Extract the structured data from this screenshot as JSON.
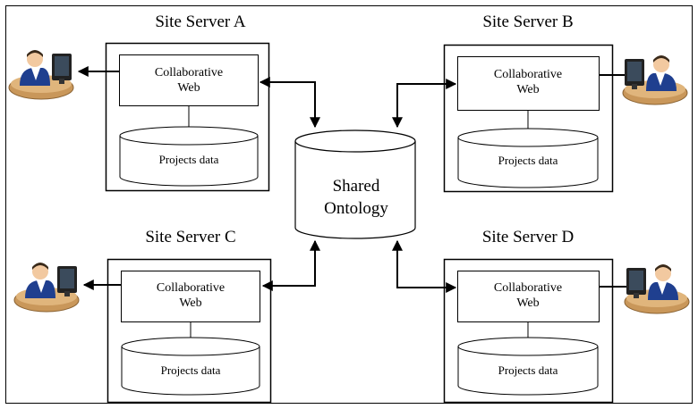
{
  "servers": {
    "a": {
      "title": "Site Server A",
      "web_line1": "Collaborative",
      "web_line2": "Web",
      "db_label": "Projects data"
    },
    "b": {
      "title": "Site Server B",
      "web_line1": "Collaborative",
      "web_line2": "Web",
      "db_label": "Projects data"
    },
    "c": {
      "title": "Site Server C",
      "web_line1": "Collaborative",
      "web_line2": "Web",
      "db_label": "Projects data"
    },
    "d": {
      "title": "Site Server D",
      "web_line1": "Collaborative",
      "web_line2": "Web",
      "db_label": "Projects data"
    }
  },
  "ontology": {
    "line1": "Shared",
    "line2": "Ontology"
  },
  "icons": {
    "user": "user-at-computer-icon",
    "database": "database-cylinder-icon"
  },
  "colors": {
    "stroke": "#000000",
    "desk": "#c9975a",
    "shirt": "#1f3f8f",
    "monitor": "#222222",
    "skin": "#f2c9a0"
  }
}
